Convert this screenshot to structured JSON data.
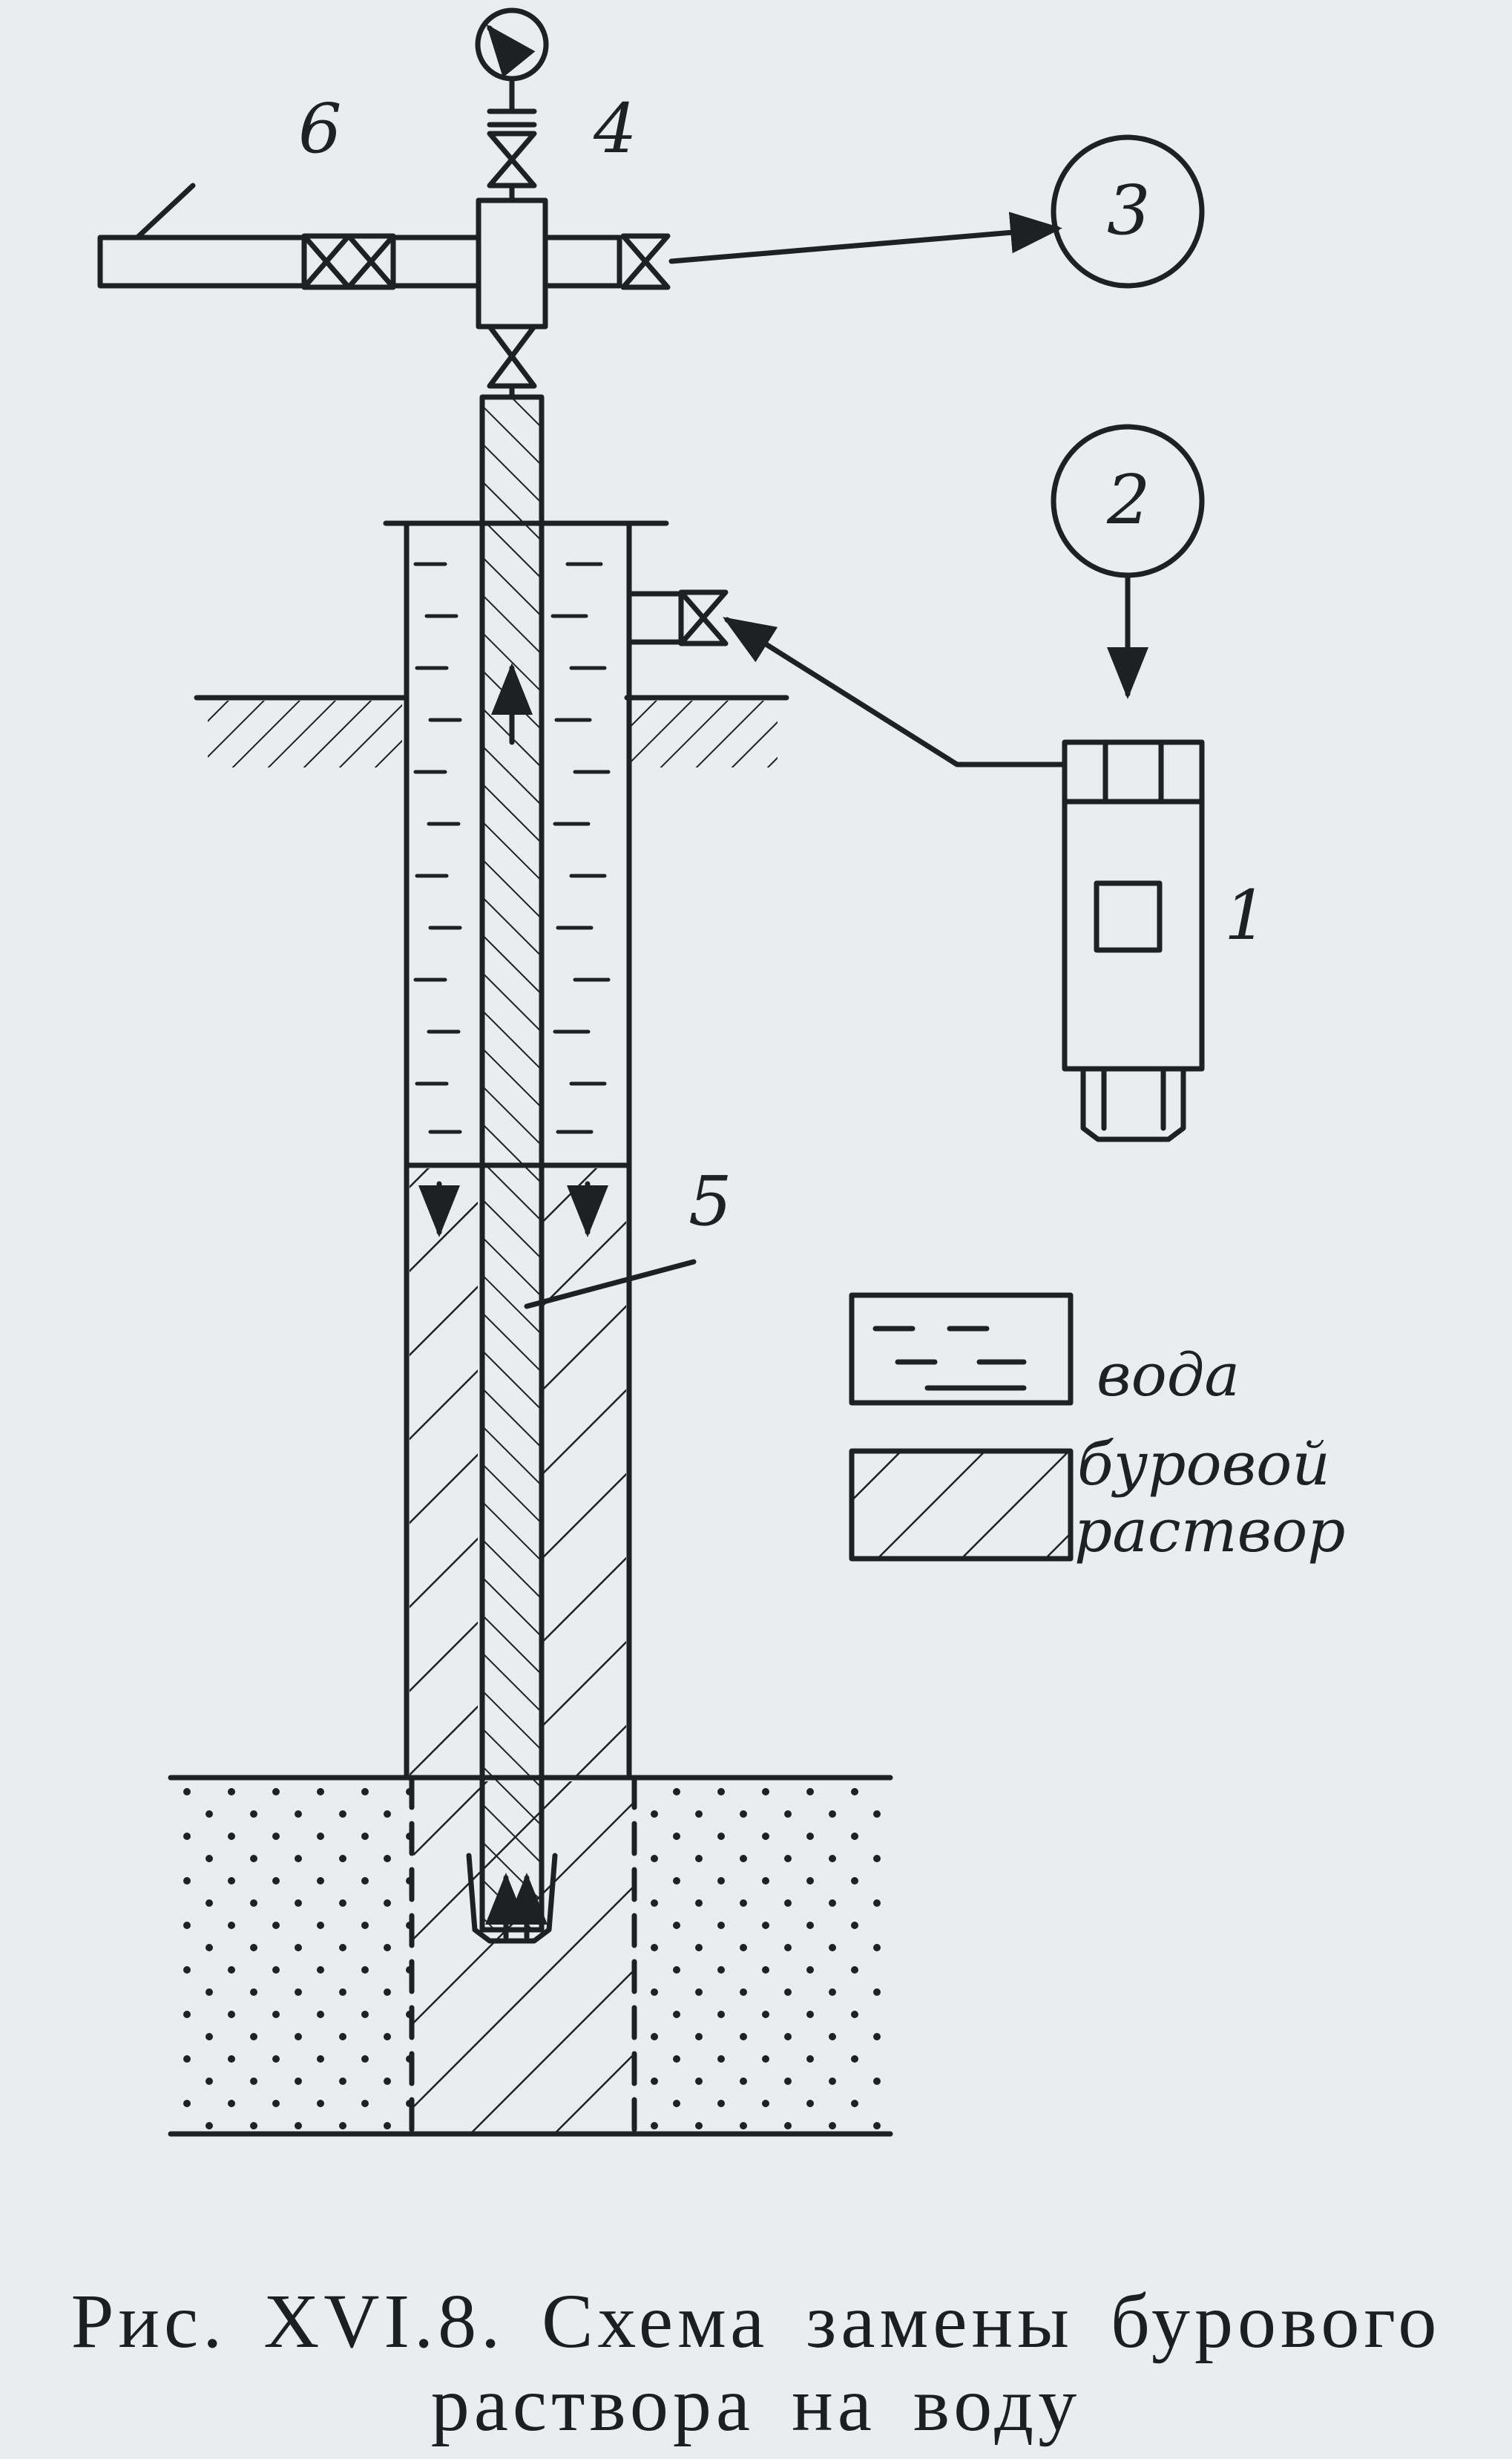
{
  "figure": {
    "caption_line1": "Рис. XVI.8. Схема замены бурового",
    "caption_line2": "раствора на воду"
  },
  "labels": {
    "unit": "1",
    "tank_2": "2",
    "tank_3": "3",
    "wellhead": "4",
    "tubing": "5",
    "pipe": "6"
  },
  "legend": {
    "water": "вода",
    "mud_line1": "буровой",
    "mud_line2": "раствор"
  },
  "colors": {
    "ink": "#1d2124",
    "paper": "#eaedf0"
  }
}
